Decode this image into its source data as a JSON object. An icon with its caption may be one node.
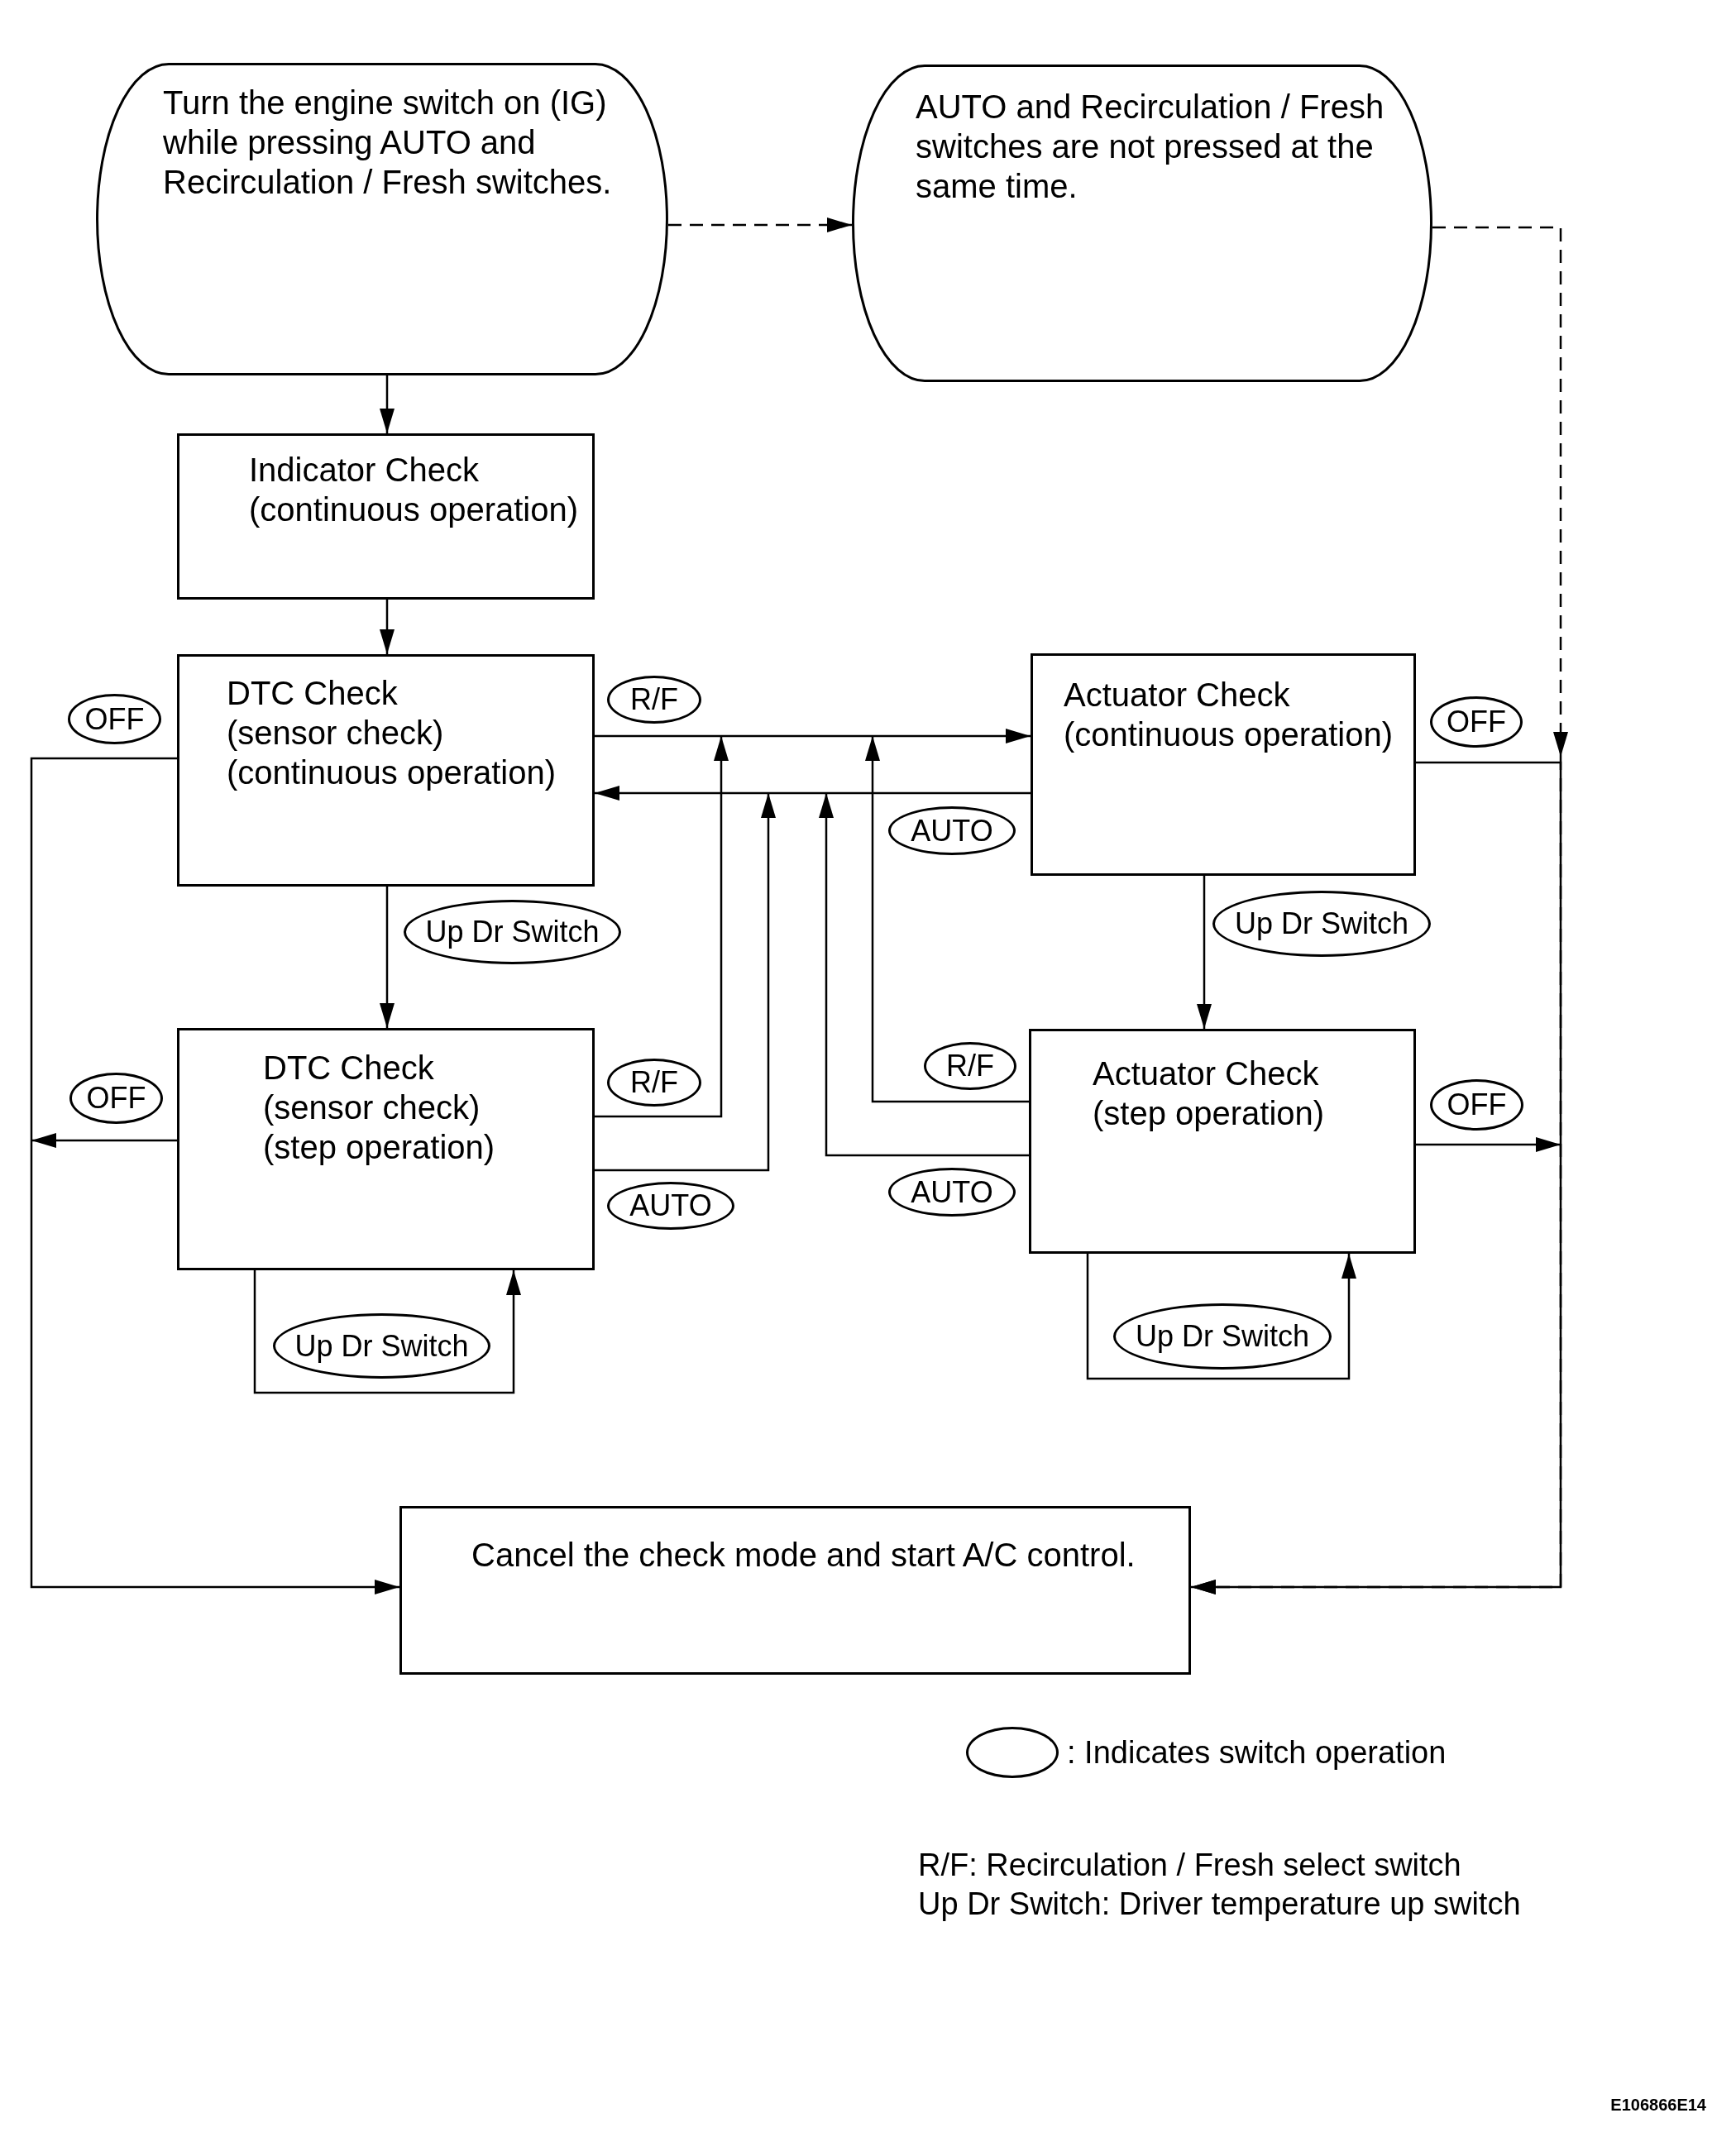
{
  "diagram": {
    "nodes": [
      {
        "text": [
          "Turn the engine switch on (IG) while pressing AUTO and Recirculation / Fresh switches."
        ]
      },
      {
        "text": [
          "AUTO and Recirculation / Fresh switches are not pressed at the same time."
        ]
      },
      {
        "text": [
          "Indicator Check",
          "(continuous operation)"
        ]
      },
      {
        "text": [
          "DTC Check",
          "(sensor check)",
          "(continuous operation)"
        ]
      },
      {
        "text": [
          "Actuator Check",
          "(continuous operation)"
        ]
      },
      {
        "text": [
          "DTC Check",
          "(sensor check)",
          "(step operation)"
        ]
      },
      {
        "text": [
          "Actuator Check",
          "(step operation)"
        ]
      },
      {
        "text": [
          "Cancel the check mode and start A/C control."
        ]
      }
    ],
    "edges": [
      {
        "from": 0,
        "to": 1,
        "arrow": "to",
        "style": "dashed"
      },
      {
        "from": 0,
        "to": 2,
        "arrow": "to"
      },
      {
        "from": 2,
        "to": 3,
        "arrow": "to"
      },
      {
        "from": 1,
        "to": 7,
        "arrow": "to",
        "style": "dashed"
      },
      {
        "from": 3,
        "to": 4,
        "arrow": "to",
        "label": "R/F"
      },
      {
        "from": 4,
        "to": 3,
        "arrow": "to",
        "label": "AUTO"
      },
      {
        "from": 3,
        "to": 5,
        "arrow": "to",
        "label": "Up Dr Switch"
      },
      {
        "from": 4,
        "to": 6,
        "arrow": "to",
        "label": "Up Dr Switch"
      },
      {
        "from": 5,
        "to": 4,
        "arrow": "to",
        "label": "R/F"
      },
      {
        "from": 5,
        "to": 3,
        "arrow": "to",
        "label": "AUTO"
      },
      {
        "from": 6,
        "to": 4,
        "arrow": "to",
        "label": "R/F"
      },
      {
        "from": 6,
        "to": 3,
        "arrow": "to",
        "label": "AUTO"
      },
      {
        "from": 5,
        "to": 5,
        "arrow": "to",
        "label": "Up Dr Switch"
      },
      {
        "from": 6,
        "to": 6,
        "arrow": "to",
        "label": "Up Dr Switch"
      },
      {
        "from": 3,
        "to": 7,
        "arrow": "to",
        "label": "OFF"
      },
      {
        "from": 5,
        "to": 7,
        "arrow": "to",
        "label": "OFF"
      },
      {
        "from": 4,
        "to": 7,
        "arrow": "to",
        "label": "OFF"
      },
      {
        "from": 6,
        "to": 7,
        "arrow": "to",
        "label": "OFF"
      }
    ],
    "labels": [
      "R/F: Recirculation / Fresh select switch",
      "Up Dr Switch: Driver temperature up switch",
      "E106866E14"
    ],
    "legend": [
      {
        "text": ": Indicates switch operation"
      }
    ]
  }
}
